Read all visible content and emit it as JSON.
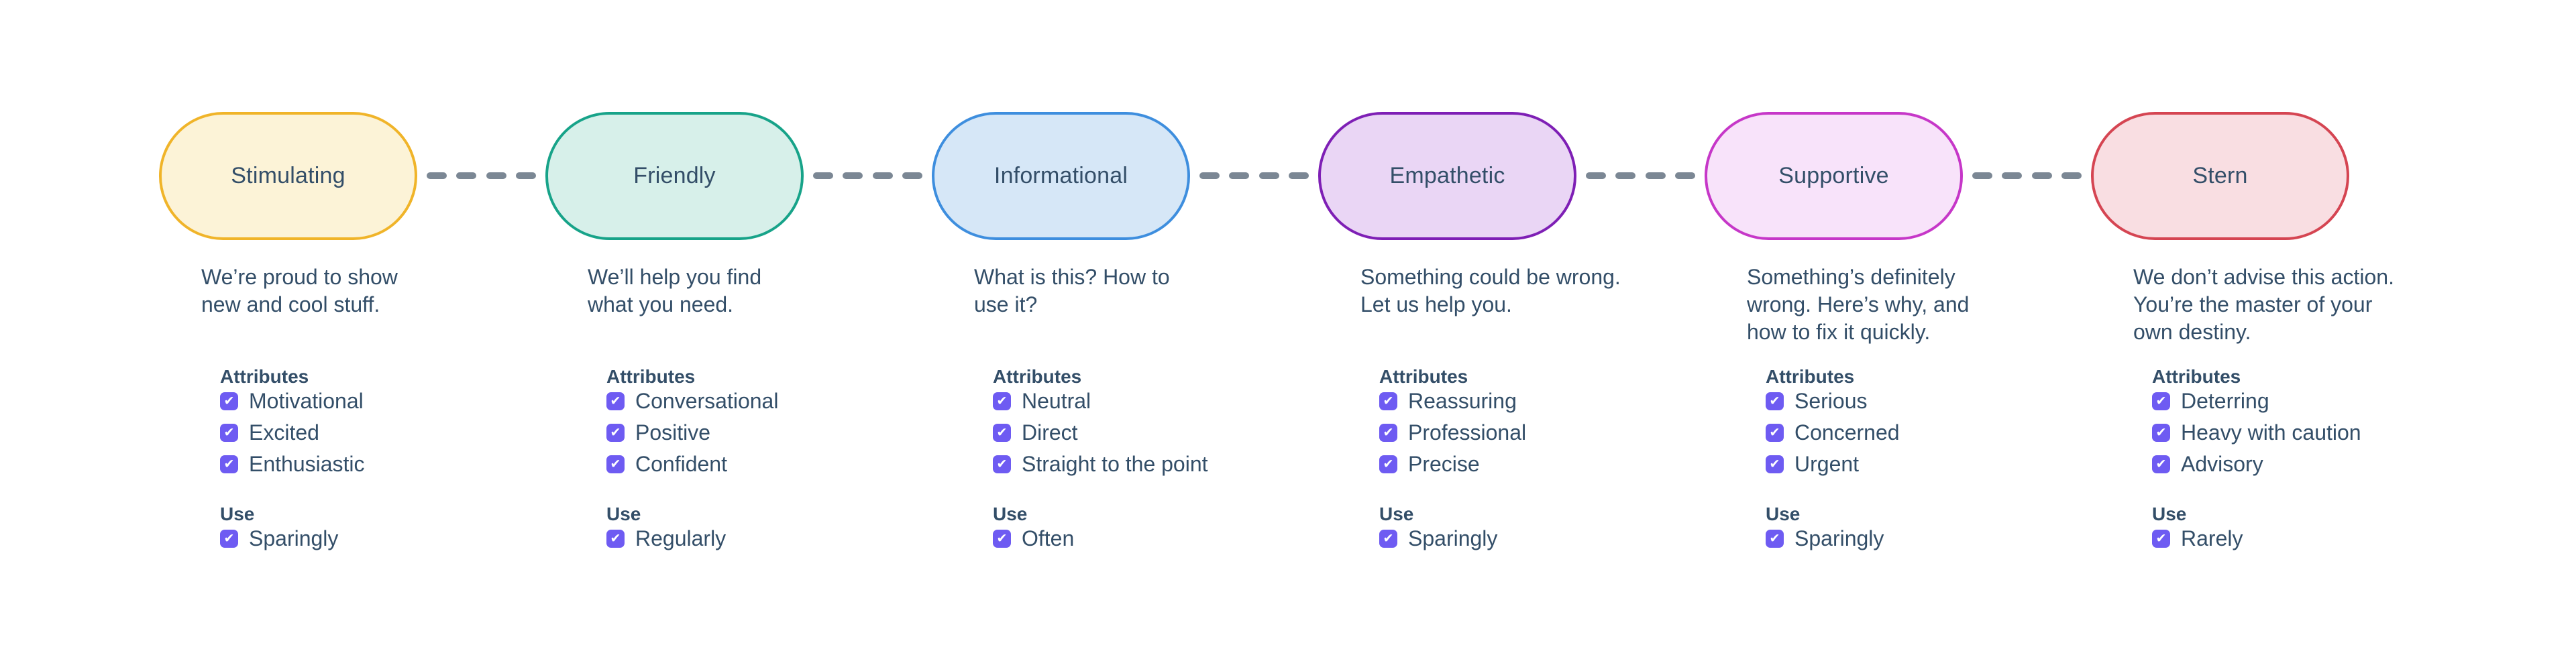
{
  "palette": {
    "background": "#FFFFFF",
    "text": "#334E68",
    "checkbox": "#6E5BF2",
    "dash": "#7B8794"
  },
  "icons": {
    "check": "✔"
  },
  "columns": [
    {
      "title": "Stimulating",
      "border": "#F0B429",
      "fill": "#FCF3D7",
      "description": "We’re proud to show\nnew and cool stuff.",
      "attributes_label": "Attributes",
      "attributes": [
        "Motivational",
        "Excited",
        "Enthusiastic"
      ],
      "use_label": "Use",
      "use": "Sparingly"
    },
    {
      "title": "Friendly",
      "border": "#17A389",
      "fill": "#D7F0EA",
      "description": "We’ll help you find\nwhat you need.",
      "attributes_label": "Attributes",
      "attributes": [
        "Conversational",
        "Positive",
        "Confident"
      ],
      "use_label": "Use",
      "use": "Regularly"
    },
    {
      "title": "Informational",
      "border": "#3E8EDE",
      "fill": "#D6E7F7",
      "description": "What is this? How to\nuse it?",
      "attributes_label": "Attributes",
      "attributes": [
        "Neutral",
        "Direct",
        "Straight to the point"
      ],
      "use_label": "Use",
      "use": "Often"
    },
    {
      "title": "Empathetic",
      "border": "#7E1FB5",
      "fill": "#EAD6F5",
      "description": "Something could be wrong.\nLet us help you.",
      "attributes_label": "Attributes",
      "attributes": [
        "Reassuring",
        "Professional",
        "Precise"
      ],
      "use_label": "Use",
      "use": "Sparingly"
    },
    {
      "title": "Supportive",
      "border": "#C637C8",
      "fill": "#F8E3FA",
      "description": "Something’s definitely\nwrong. Here’s why, and\nhow to fix it quickly.",
      "attributes_label": "Attributes",
      "attributes": [
        "Serious",
        "Concerned",
        "Urgent"
      ],
      "use_label": "Use",
      "use": "Sparingly"
    },
    {
      "title": "Stern",
      "border": "#D54552",
      "fill": "#F9DEE2",
      "description": "We don’t advise this action.\nYou’re the master of your\nown destiny.",
      "attributes_label": "Attributes",
      "attributes": [
        "Deterring",
        "Heavy with caution",
        "Advisory"
      ],
      "use_label": "Use",
      "use": "Rarely"
    }
  ]
}
